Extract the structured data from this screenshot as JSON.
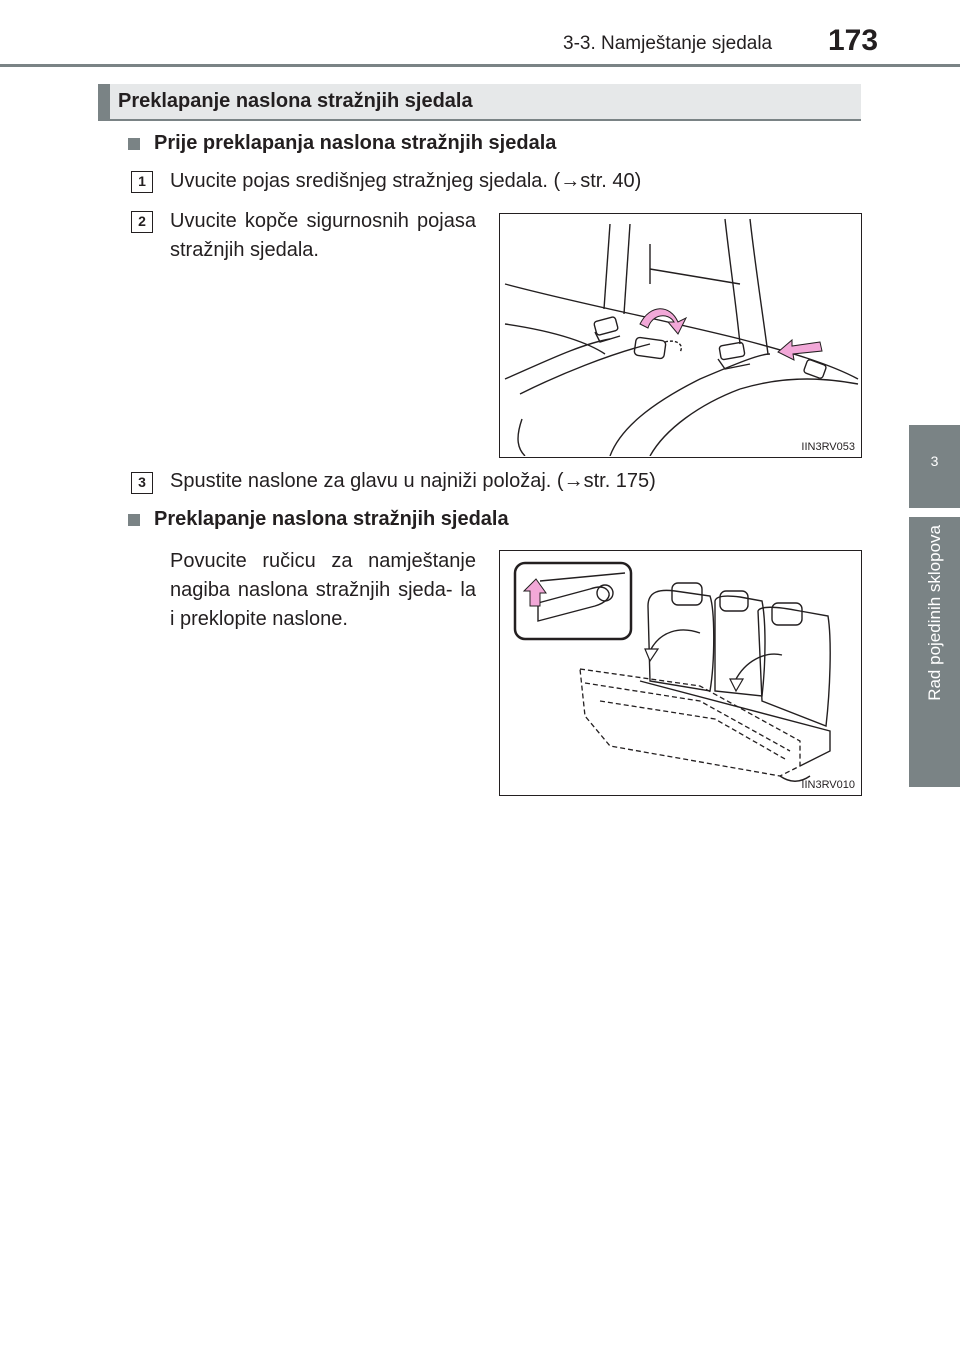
{
  "header": {
    "section_title": "3-3. Namještanje sjedala",
    "page_number": "173"
  },
  "side_tab": {
    "chapter_number": "3",
    "chapter_title": "Rad pojedinih sklopova"
  },
  "title_bar": "Preklapanje naslona stražnjih sjedala",
  "section1": {
    "heading": "Prije preklapanja naslona stražnjih sjedala",
    "steps": [
      {
        "number": "1",
        "text": "Uvucite pojas središnjeg stražnjeg sjedala. (→str. 40)"
      },
      {
        "number": "2",
        "text": "Uvucite kopče sigurnosnih pojasa stražnjih sjedala."
      },
      {
        "number": "3",
        "text": "Spustite naslone za glavu u najniži položaj. (→str. 175)"
      }
    ],
    "figure_code": "IIN3RV053"
  },
  "section2": {
    "heading": "Preklapanje naslona stražnjih sjedala",
    "text": "Povucite ručicu za namještanje nagiba naslona stražnjih sjeda- la i preklopite naslone.",
    "figure_code": "IIN3RV010"
  },
  "colors": {
    "accent_gray": "#7a8385",
    "title_bar_bg": "#e6e8e9",
    "arrow_pink": "#f2a8d8"
  }
}
